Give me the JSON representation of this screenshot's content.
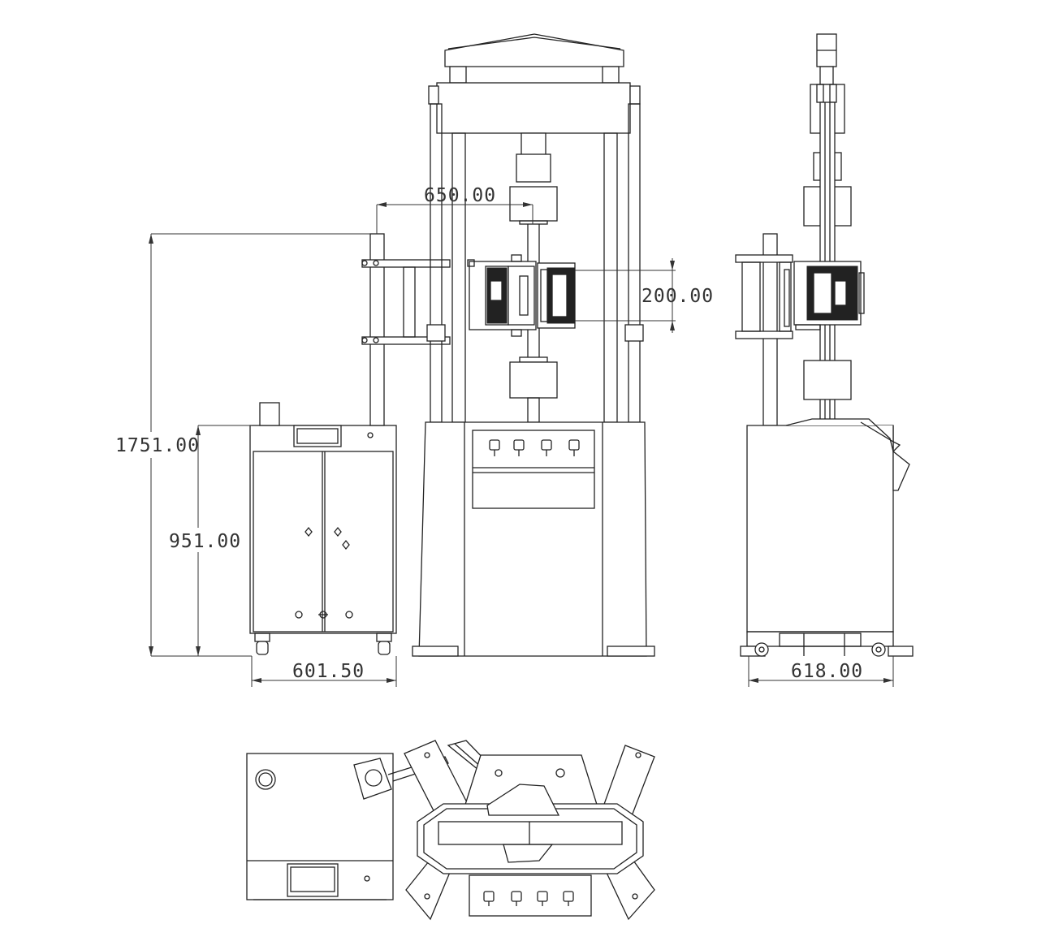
{
  "dimensions": {
    "overall_height": "1751.00",
    "cabinet_height": "951.00",
    "cabinet_width": "601.50",
    "column_spacing": "650.00",
    "grip_span": "200.00",
    "side_depth": "618.00"
  }
}
